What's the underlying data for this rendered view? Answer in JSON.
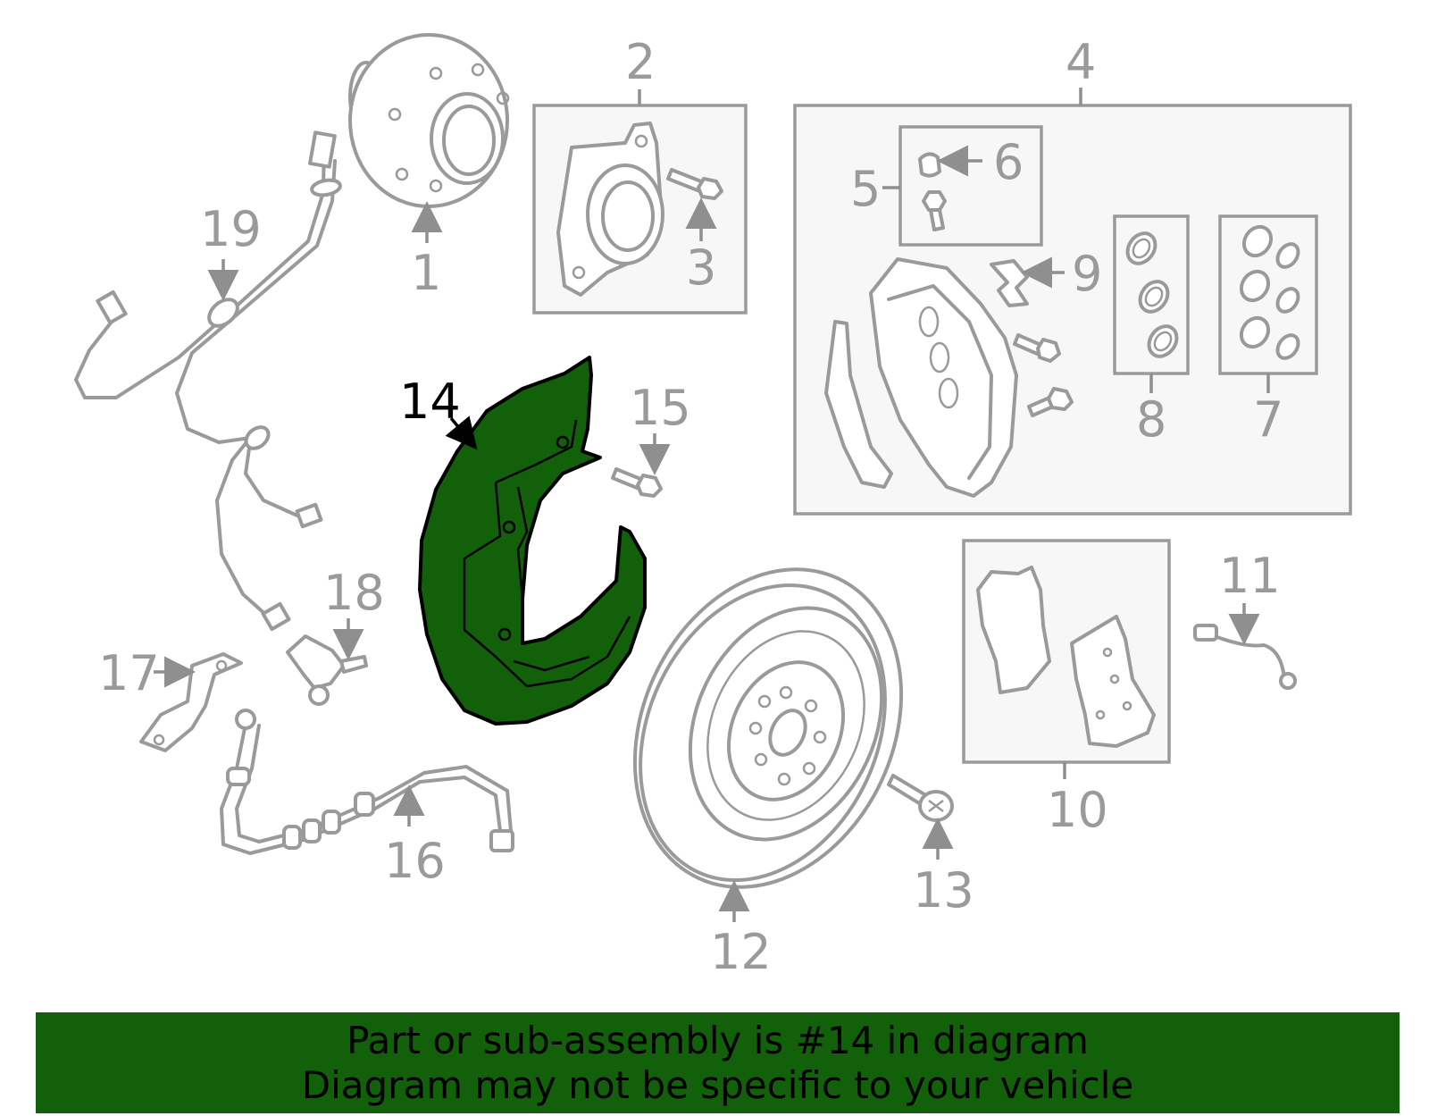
{
  "callouts": {
    "c1": "1",
    "c2": "2",
    "c3": "3",
    "c4": "4",
    "c5": "5",
    "c6": "6",
    "c7": "7",
    "c8": "8",
    "c9": "9",
    "c10": "10",
    "c11": "11",
    "c12": "12",
    "c13": "13",
    "c14": "14",
    "c15": "15",
    "c16": "16",
    "c17": "17",
    "c18": "18",
    "c19": "19"
  },
  "highlight": {
    "part_number": "14",
    "color": "#12600a"
  },
  "footer": {
    "line1": "Part or sub-assembly is #14 in diagram",
    "line2": "Diagram may not be specific to your vehicle"
  }
}
